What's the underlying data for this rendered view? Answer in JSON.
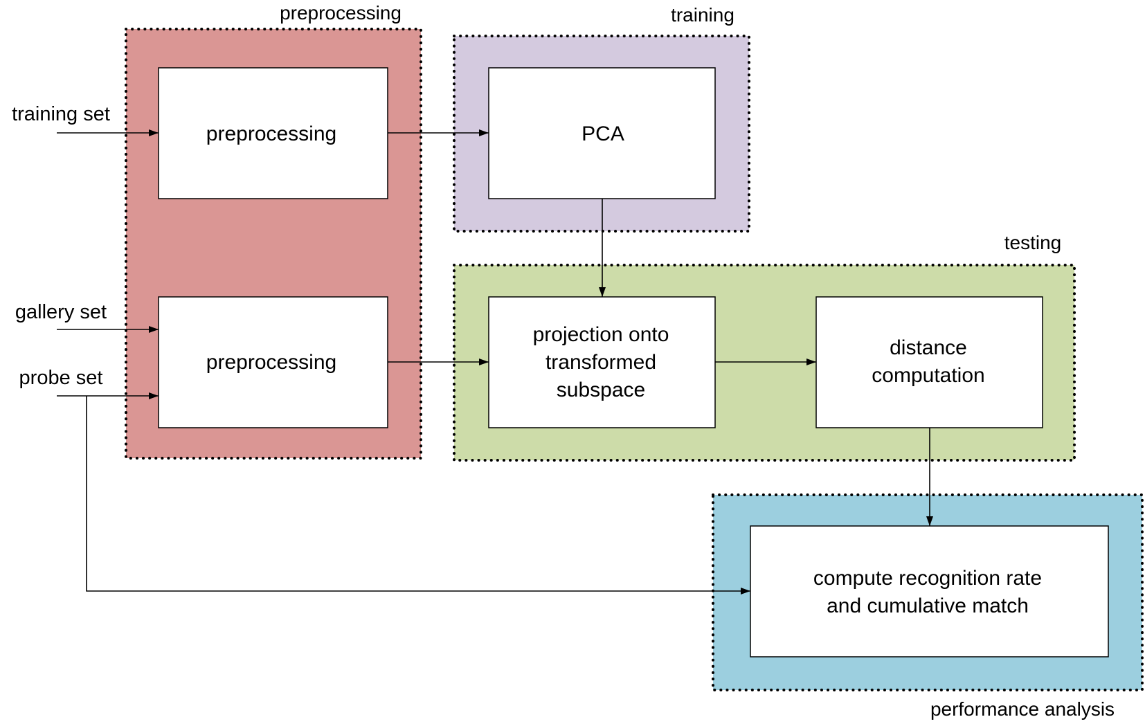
{
  "groups": {
    "preprocessing": {
      "label": "preprocessing",
      "color": "#da9694"
    },
    "training": {
      "label": "training",
      "color": "#d4cadf"
    },
    "testing": {
      "label": "testing",
      "color": "#cddca9"
    },
    "performance": {
      "label": "performance analysis",
      "color": "#9ccfdf"
    }
  },
  "nodes": {
    "preprocessing_top": {
      "line1": "preprocessing"
    },
    "preprocessing_bottom": {
      "line1": "preprocessing"
    },
    "pca": {
      "line1": "PCA"
    },
    "projection": {
      "line1": "projection onto",
      "line2": "transformed",
      "line3": "subspace"
    },
    "distance": {
      "line1": "distance",
      "line2": "computation"
    },
    "recognition": {
      "line1": "compute recognition rate",
      "line2": "and cumulative match"
    }
  },
  "inputs": {
    "training_set": "training set",
    "gallery_set": "gallery set",
    "probe_set": "probe set"
  },
  "colors": {
    "line": "#000000",
    "node_fill": "#ffffff"
  }
}
